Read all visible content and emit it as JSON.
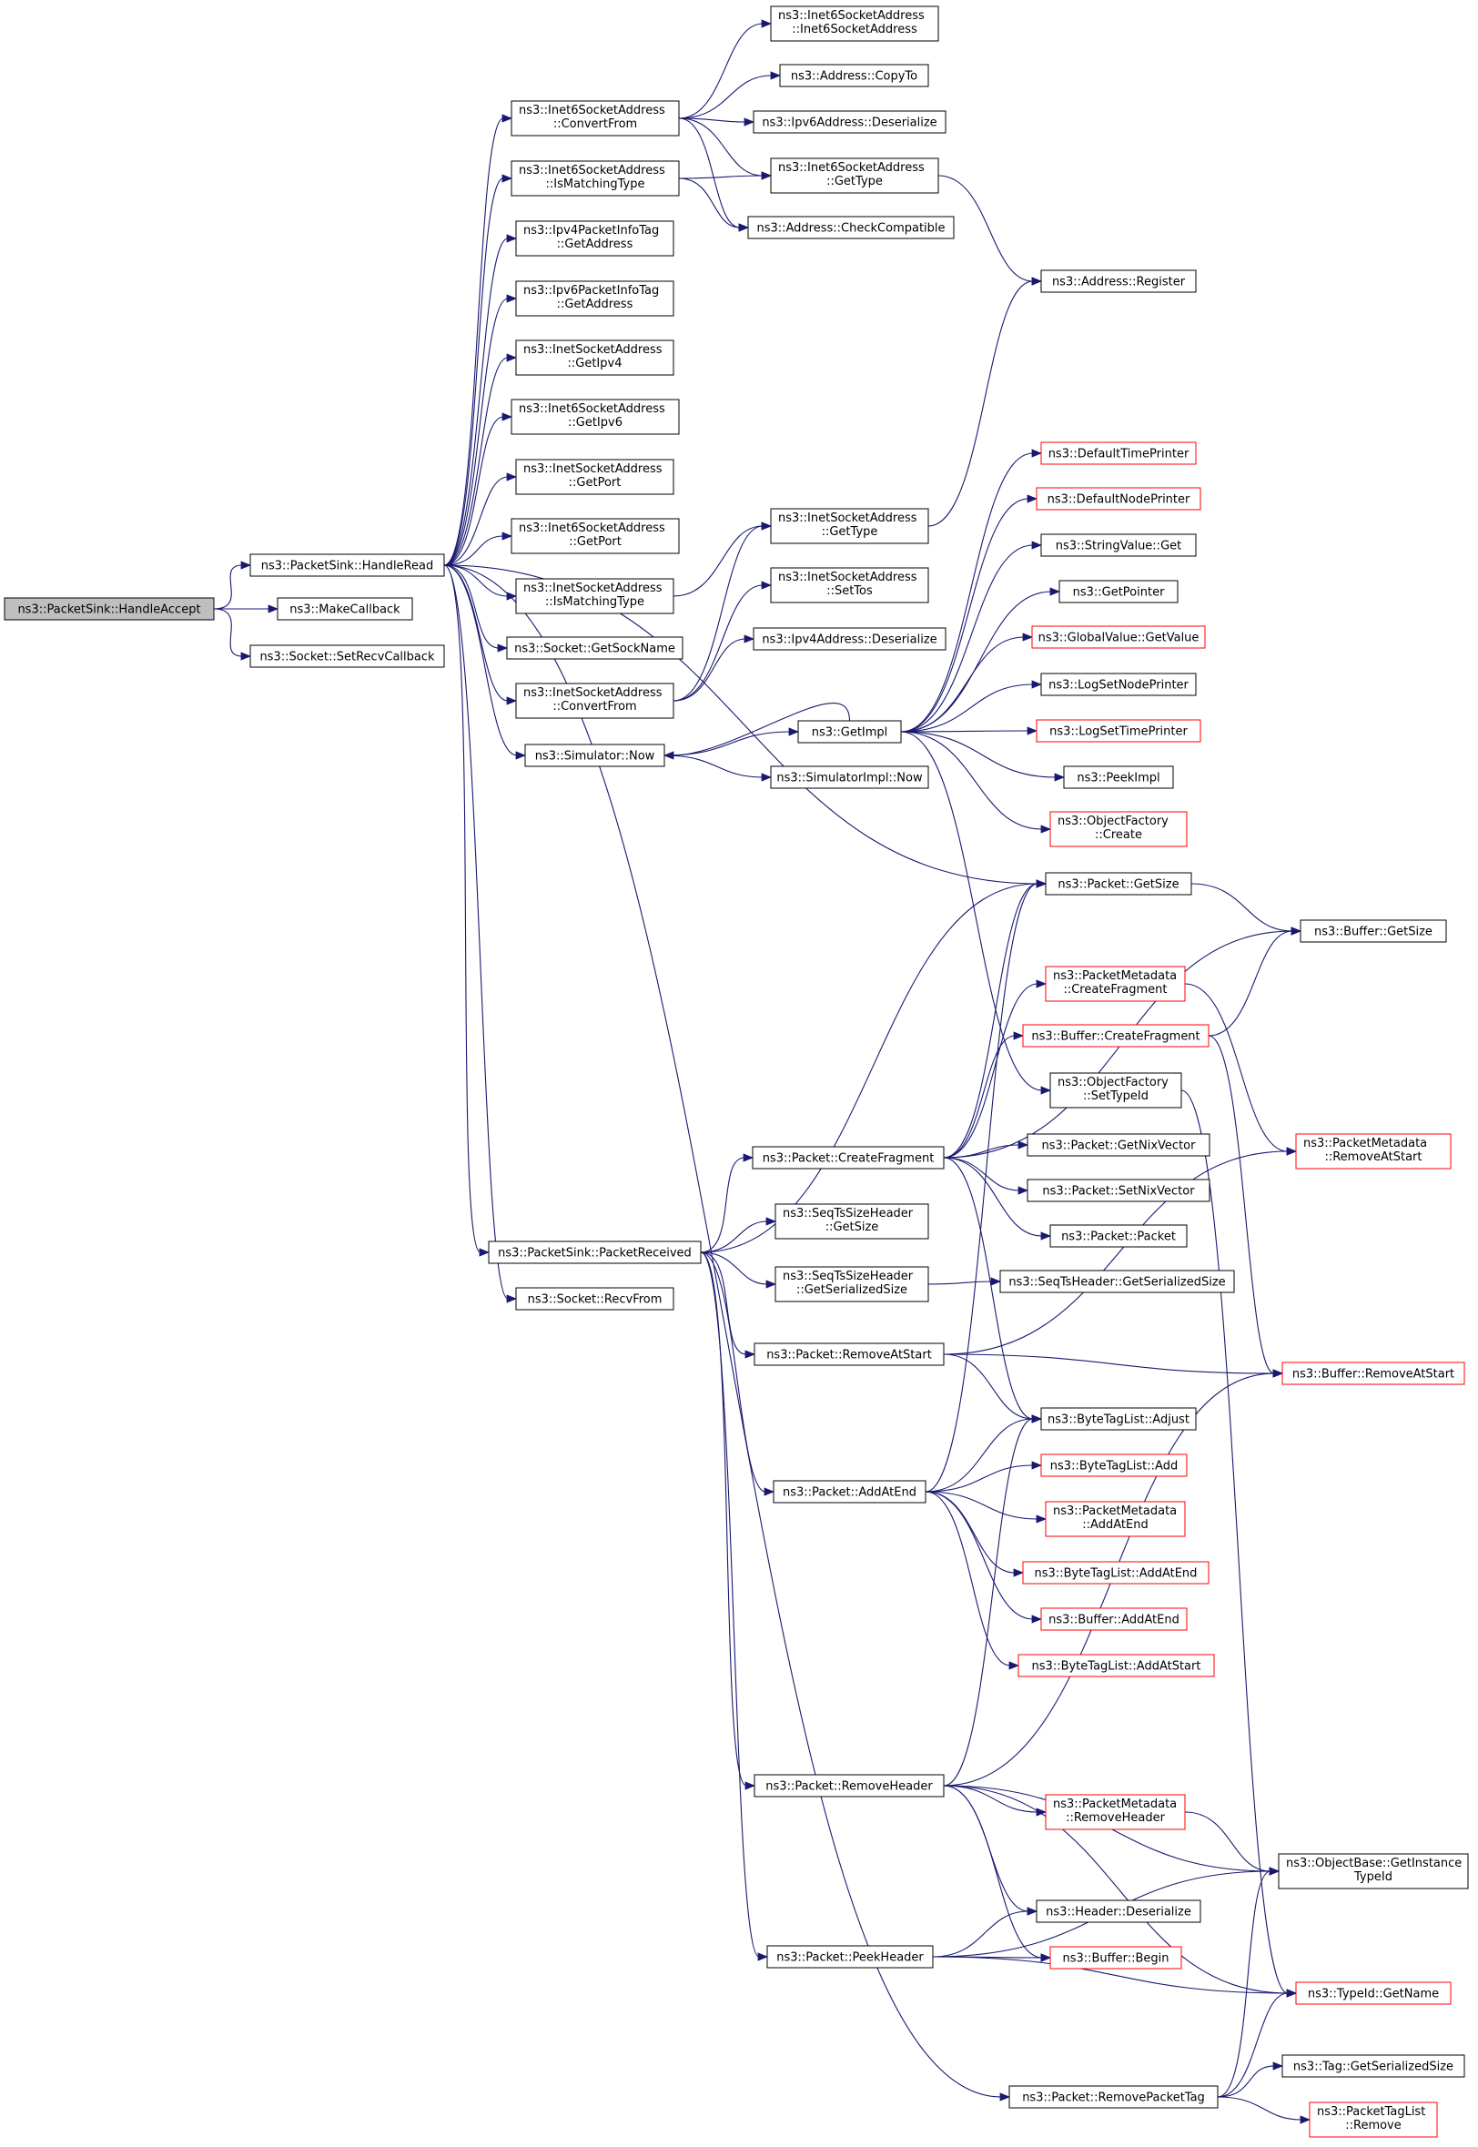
{
  "colors": {
    "edge": "#191970",
    "box_border_complete": "#000000",
    "box_border_incomplete": "#ff0000",
    "box_fill": "#ffffff",
    "box_fill_root": "#bfbfbf"
  },
  "nodes": [
    {
      "id": "n0",
      "lines": [
        "ns3::PacketSink::HandleAccept"
      ],
      "style": "root"
    },
    {
      "id": "n1",
      "lines": [
        "ns3::PacketSink::HandleRead"
      ]
    },
    {
      "id": "n2",
      "lines": [
        "ns3::MakeCallback"
      ]
    },
    {
      "id": "n3",
      "lines": [
        "ns3::Socket::SetRecvCallback"
      ]
    },
    {
      "id": "n4",
      "lines": [
        "ns3::Inet6SocketAddress",
        "::ConvertFrom"
      ]
    },
    {
      "id": "n5",
      "lines": [
        "ns3::Inet6SocketAddress",
        "::IsMatchingType"
      ]
    },
    {
      "id": "n6",
      "lines": [
        "ns3::Ipv4PacketInfoTag",
        "::GetAddress"
      ]
    },
    {
      "id": "n7",
      "lines": [
        "ns3::Ipv6PacketInfoTag",
        "::GetAddress"
      ]
    },
    {
      "id": "n8",
      "lines": [
        "ns3::InetSocketAddress",
        "::GetIpv4"
      ]
    },
    {
      "id": "n9",
      "lines": [
        "ns3::Inet6SocketAddress",
        "::GetIpv6"
      ]
    },
    {
      "id": "n10",
      "lines": [
        "ns3::InetSocketAddress",
        "::GetPort"
      ]
    },
    {
      "id": "n11",
      "lines": [
        "ns3::Inet6SocketAddress",
        "::GetPort"
      ]
    },
    {
      "id": "n12",
      "lines": [
        "ns3::InetSocketAddress",
        "::IsMatchingType"
      ]
    },
    {
      "id": "n13",
      "lines": [
        "ns3::Socket::GetSockName"
      ]
    },
    {
      "id": "n14",
      "lines": [
        "ns3::InetSocketAddress",
        "::ConvertFrom"
      ]
    },
    {
      "id": "n15",
      "lines": [
        "ns3::Simulator::Now"
      ]
    },
    {
      "id": "n16",
      "lines": [
        "ns3::PacketSink::PacketReceived"
      ]
    },
    {
      "id": "n17",
      "lines": [
        "ns3::Socket::RecvFrom"
      ]
    },
    {
      "id": "n18",
      "lines": [
        "ns3::Inet6SocketAddress",
        "::Inet6SocketAddress"
      ]
    },
    {
      "id": "n19",
      "lines": [
        "ns3::Address::CopyTo"
      ]
    },
    {
      "id": "n20",
      "lines": [
        "ns3::Ipv6Address::Deserialize"
      ]
    },
    {
      "id": "n21",
      "lines": [
        "ns3::Inet6SocketAddress",
        "::GetType"
      ]
    },
    {
      "id": "n22",
      "lines": [
        "ns3::Address::CheckCompatible"
      ]
    },
    {
      "id": "n23",
      "lines": [
        "ns3::Address::Register"
      ]
    },
    {
      "id": "n24",
      "lines": [
        "ns3::InetSocketAddress",
        "::GetType"
      ]
    },
    {
      "id": "n25",
      "lines": [
        "ns3::InetSocketAddress",
        "::SetTos"
      ]
    },
    {
      "id": "n26",
      "lines": [
        "ns3::Ipv4Address::Deserialize"
      ]
    },
    {
      "id": "n27",
      "lines": [
        "ns3::GetImpl"
      ]
    },
    {
      "id": "n28",
      "lines": [
        "ns3::SimulatorImpl::Now"
      ]
    },
    {
      "id": "n29",
      "lines": [
        "ns3::DefaultTimePrinter"
      ],
      "style": "incomplete"
    },
    {
      "id": "n30",
      "lines": [
        "ns3::DefaultNodePrinter"
      ],
      "style": "incomplete"
    },
    {
      "id": "n31",
      "lines": [
        "ns3::StringValue::Get"
      ]
    },
    {
      "id": "n32",
      "lines": [
        "ns3::GetPointer"
      ]
    },
    {
      "id": "n33",
      "lines": [
        "ns3::GlobalValue::GetValue"
      ],
      "style": "incomplete"
    },
    {
      "id": "n34",
      "lines": [
        "ns3::LogSetNodePrinter"
      ]
    },
    {
      "id": "n35",
      "lines": [
        "ns3::LogSetTimePrinter"
      ],
      "style": "incomplete"
    },
    {
      "id": "n36",
      "lines": [
        "ns3::PeekImpl"
      ]
    },
    {
      "id": "n37",
      "lines": [
        "ns3::ObjectFactory",
        "::Create"
      ],
      "style": "incomplete"
    },
    {
      "id": "n38",
      "lines": [
        "ns3::Packet::GetSize"
      ]
    },
    {
      "id": "n39",
      "lines": [
        "ns3::Buffer::GetSize"
      ]
    },
    {
      "id": "n40",
      "lines": [
        "ns3::PacketMetadata",
        "::CreateFragment"
      ],
      "style": "incomplete"
    },
    {
      "id": "n41",
      "lines": [
        "ns3::Buffer::CreateFragment"
      ],
      "style": "incomplete"
    },
    {
      "id": "n42",
      "lines": [
        "ns3::ObjectFactory",
        "::SetTypeId"
      ]
    },
    {
      "id": "n43",
      "lines": [
        "ns3::PacketMetadata",
        "::RemoveAtStart"
      ],
      "style": "incomplete"
    },
    {
      "id": "n44",
      "lines": [
        "ns3::Packet::CreateFragment"
      ]
    },
    {
      "id": "n45",
      "lines": [
        "ns3::Packet::GetNixVector"
      ]
    },
    {
      "id": "n46",
      "lines": [
        "ns3::Packet::SetNixVector"
      ]
    },
    {
      "id": "n47",
      "lines": [
        "ns3::Packet::Packet"
      ]
    },
    {
      "id": "n48",
      "lines": [
        "ns3::SeqTsSizeHeader",
        "::GetSize"
      ]
    },
    {
      "id": "n49",
      "lines": [
        "ns3::SeqTsSizeHeader",
        "::GetSerializedSize"
      ]
    },
    {
      "id": "n50",
      "lines": [
        "ns3::SeqTsHeader::GetSerializedSize"
      ]
    },
    {
      "id": "n51",
      "lines": [
        "ns3::Packet::RemoveAtStart"
      ]
    },
    {
      "id": "n52",
      "lines": [
        "ns3::Buffer::RemoveAtStart"
      ],
      "style": "incomplete"
    },
    {
      "id": "n53",
      "lines": [
        "ns3::ByteTagList::Adjust"
      ]
    },
    {
      "id": "n54",
      "lines": [
        "ns3::ByteTagList::Add"
      ],
      "style": "incomplete"
    },
    {
      "id": "n55",
      "lines": [
        "ns3::Packet::AddAtEnd"
      ]
    },
    {
      "id": "n56",
      "lines": [
        "ns3::PacketMetadata",
        "::AddAtEnd"
      ],
      "style": "incomplete"
    },
    {
      "id": "n57",
      "lines": [
        "ns3::ByteTagList::AddAtEnd"
      ],
      "style": "incomplete"
    },
    {
      "id": "n58",
      "lines": [
        "ns3::Buffer::AddAtEnd"
      ],
      "style": "incomplete"
    },
    {
      "id": "n59",
      "lines": [
        "ns3::ByteTagList::AddAtStart"
      ],
      "style": "incomplete"
    },
    {
      "id": "n60",
      "lines": [
        "ns3::Packet::RemoveHeader"
      ]
    },
    {
      "id": "n61",
      "lines": [
        "ns3::PacketMetadata",
        "::RemoveHeader"
      ],
      "style": "incomplete"
    },
    {
      "id": "n62",
      "lines": [
        "ns3::ObjectBase::GetInstance",
        "TypeId"
      ]
    },
    {
      "id": "n63",
      "lines": [
        "ns3::Header::Deserialize"
      ]
    },
    {
      "id": "n64",
      "lines": [
        "ns3::Packet::PeekHeader"
      ]
    },
    {
      "id": "n65",
      "lines": [
        "ns3::Buffer::Begin"
      ],
      "style": "incomplete"
    },
    {
      "id": "n66",
      "lines": [
        "ns3::TypeId::GetName"
      ],
      "style": "incomplete"
    },
    {
      "id": "n67",
      "lines": [
        "ns3::Tag::GetSerializedSize"
      ]
    },
    {
      "id": "n68",
      "lines": [
        "ns3::Packet::RemovePacketTag"
      ]
    },
    {
      "id": "n69",
      "lines": [
        "ns3::PacketTagList",
        "::Remove"
      ],
      "style": "incomplete"
    }
  ],
  "edges": [
    [
      "n0",
      "n1"
    ],
    [
      "n0",
      "n2"
    ],
    [
      "n0",
      "n3"
    ],
    [
      "n1",
      "n4"
    ],
    [
      "n1",
      "n5"
    ],
    [
      "n1",
      "n6"
    ],
    [
      "n1",
      "n7"
    ],
    [
      "n1",
      "n8"
    ],
    [
      "n1",
      "n9"
    ],
    [
      "n1",
      "n10"
    ],
    [
      "n1",
      "n11"
    ],
    [
      "n1",
      "n12"
    ],
    [
      "n1",
      "n13"
    ],
    [
      "n1",
      "n14"
    ],
    [
      "n1",
      "n15"
    ],
    [
      "n1",
      "n38"
    ],
    [
      "n1",
      "n16"
    ],
    [
      "n1",
      "n17"
    ],
    [
      "n1",
      "n68"
    ],
    [
      "n4",
      "n18"
    ],
    [
      "n4",
      "n19"
    ],
    [
      "n4",
      "n20"
    ],
    [
      "n4",
      "n21"
    ],
    [
      "n4",
      "n22"
    ],
    [
      "n5",
      "n21"
    ],
    [
      "n5",
      "n22"
    ],
    [
      "n21",
      "n23"
    ],
    [
      "n12",
      "n24"
    ],
    [
      "n14",
      "n24"
    ],
    [
      "n14",
      "n25"
    ],
    [
      "n14",
      "n26"
    ],
    [
      "n24",
      "n23"
    ],
    [
      "n15",
      "n27"
    ],
    [
      "n15",
      "n28"
    ],
    [
      "n27",
      "n15"
    ],
    [
      "n27",
      "n29"
    ],
    [
      "n27",
      "n30"
    ],
    [
      "n27",
      "n31"
    ],
    [
      "n27",
      "n32"
    ],
    [
      "n27",
      "n33"
    ],
    [
      "n27",
      "n34"
    ],
    [
      "n27",
      "n35"
    ],
    [
      "n27",
      "n36"
    ],
    [
      "n27",
      "n37"
    ],
    [
      "n27",
      "n42"
    ],
    [
      "n38",
      "n39"
    ],
    [
      "n16",
      "n38"
    ],
    [
      "n16",
      "n44"
    ],
    [
      "n16",
      "n48"
    ],
    [
      "n16",
      "n49"
    ],
    [
      "n16",
      "n51"
    ],
    [
      "n16",
      "n55"
    ],
    [
      "n16",
      "n60"
    ],
    [
      "n16",
      "n64"
    ],
    [
      "n44",
      "n38"
    ],
    [
      "n44",
      "n39"
    ],
    [
      "n44",
      "n40"
    ],
    [
      "n44",
      "n41"
    ],
    [
      "n44",
      "n45"
    ],
    [
      "n44",
      "n46"
    ],
    [
      "n44",
      "n47"
    ],
    [
      "n44",
      "n53"
    ],
    [
      "n40",
      "n43"
    ],
    [
      "n41",
      "n39"
    ],
    [
      "n41",
      "n52"
    ],
    [
      "n42",
      "n66"
    ],
    [
      "n49",
      "n50"
    ],
    [
      "n51",
      "n43"
    ],
    [
      "n51",
      "n52"
    ],
    [
      "n51",
      "n53"
    ],
    [
      "n55",
      "n53"
    ],
    [
      "n55",
      "n54"
    ],
    [
      "n55",
      "n56"
    ],
    [
      "n55",
      "n57"
    ],
    [
      "n55",
      "n58"
    ],
    [
      "n55",
      "n59"
    ],
    [
      "n55",
      "n38"
    ],
    [
      "n60",
      "n52"
    ],
    [
      "n60",
      "n53"
    ],
    [
      "n60",
      "n61"
    ],
    [
      "n60",
      "n62"
    ],
    [
      "n60",
      "n63"
    ],
    [
      "n60",
      "n65"
    ],
    [
      "n60",
      "n66"
    ],
    [
      "n61",
      "n62"
    ],
    [
      "n64",
      "n63"
    ],
    [
      "n64",
      "n65"
    ],
    [
      "n64",
      "n62"
    ],
    [
      "n64",
      "n66"
    ],
    [
      "n68",
      "n62"
    ],
    [
      "n68",
      "n66"
    ],
    [
      "n68",
      "n67"
    ],
    [
      "n68",
      "n69"
    ]
  ]
}
